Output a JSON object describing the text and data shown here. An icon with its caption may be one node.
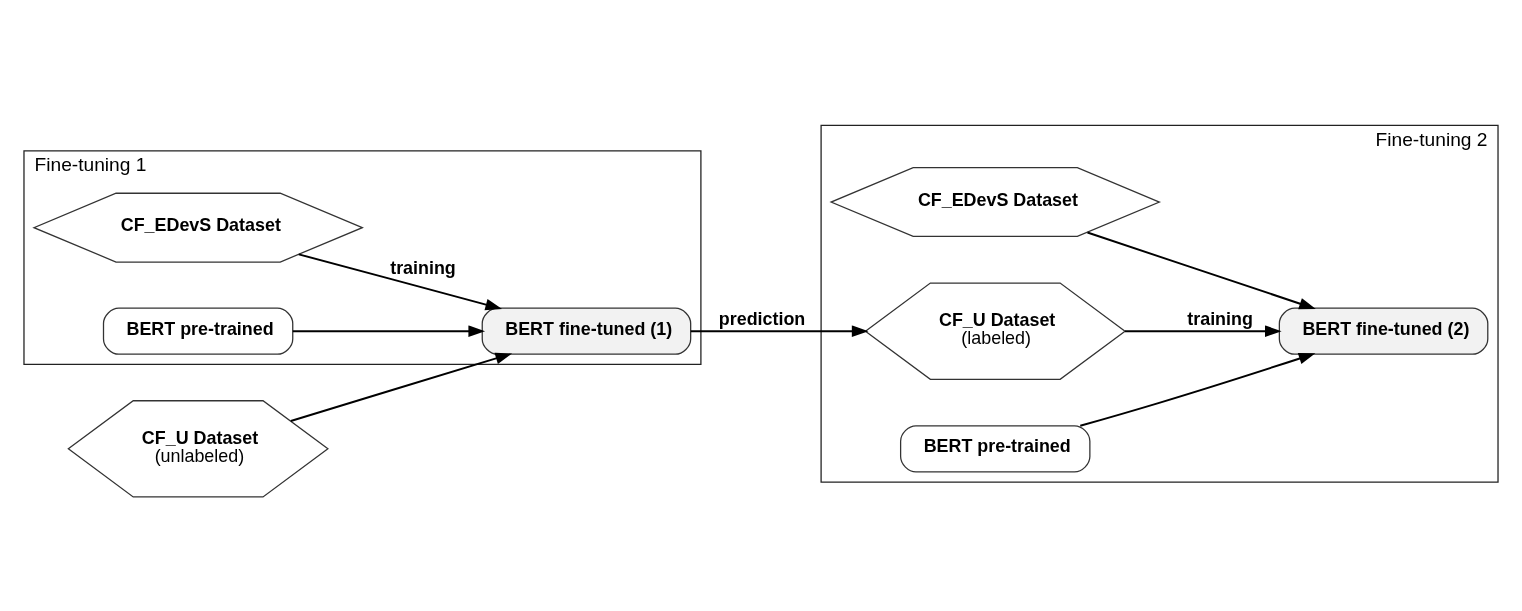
{
  "diagram": {
    "nodes": [
      {
        "text": [
          "Fine-tuning 1"
        ]
      },
      {
        "text": [
          "CF_EDevS Dataset"
        ],
        "in": 0
      },
      {
        "text": [
          "BERT pre-trained"
        ],
        "in": 0
      },
      {
        "text": [
          "BERT fine-tuned (1)"
        ],
        "in": 0
      },
      {
        "text": [
          "CF_U Dataset",
          "(unlabeled)"
        ]
      },
      {
        "text": [
          "Fine-tuning 2"
        ]
      },
      {
        "text": [
          "CF_EDevS Dataset"
        ],
        "in": 5
      },
      {
        "text": [
          "CF_U Dataset",
          "(labeled)"
        ],
        "in": 5
      },
      {
        "text": [
          "BERT pre-trained"
        ],
        "in": 5
      },
      {
        "text": [
          "BERT fine-tuned (2)"
        ],
        "in": 5
      }
    ],
    "edges": [
      {
        "from": 4,
        "to": 3,
        "arrow": "to"
      },
      {
        "from": 1,
        "to": 3,
        "arrow": "to",
        "label": "training"
      },
      {
        "from": 2,
        "to": 3,
        "arrow": "to"
      },
      {
        "from": 3,
        "to": 7,
        "arrow": "to",
        "label": "prediction"
      },
      {
        "from": 6,
        "to": 9,
        "arrow": "to"
      },
      {
        "from": 7,
        "to": 9,
        "arrow": "to",
        "label": "training"
      },
      {
        "from": 8,
        "to": 9,
        "arrow": "to"
      }
    ]
  }
}
